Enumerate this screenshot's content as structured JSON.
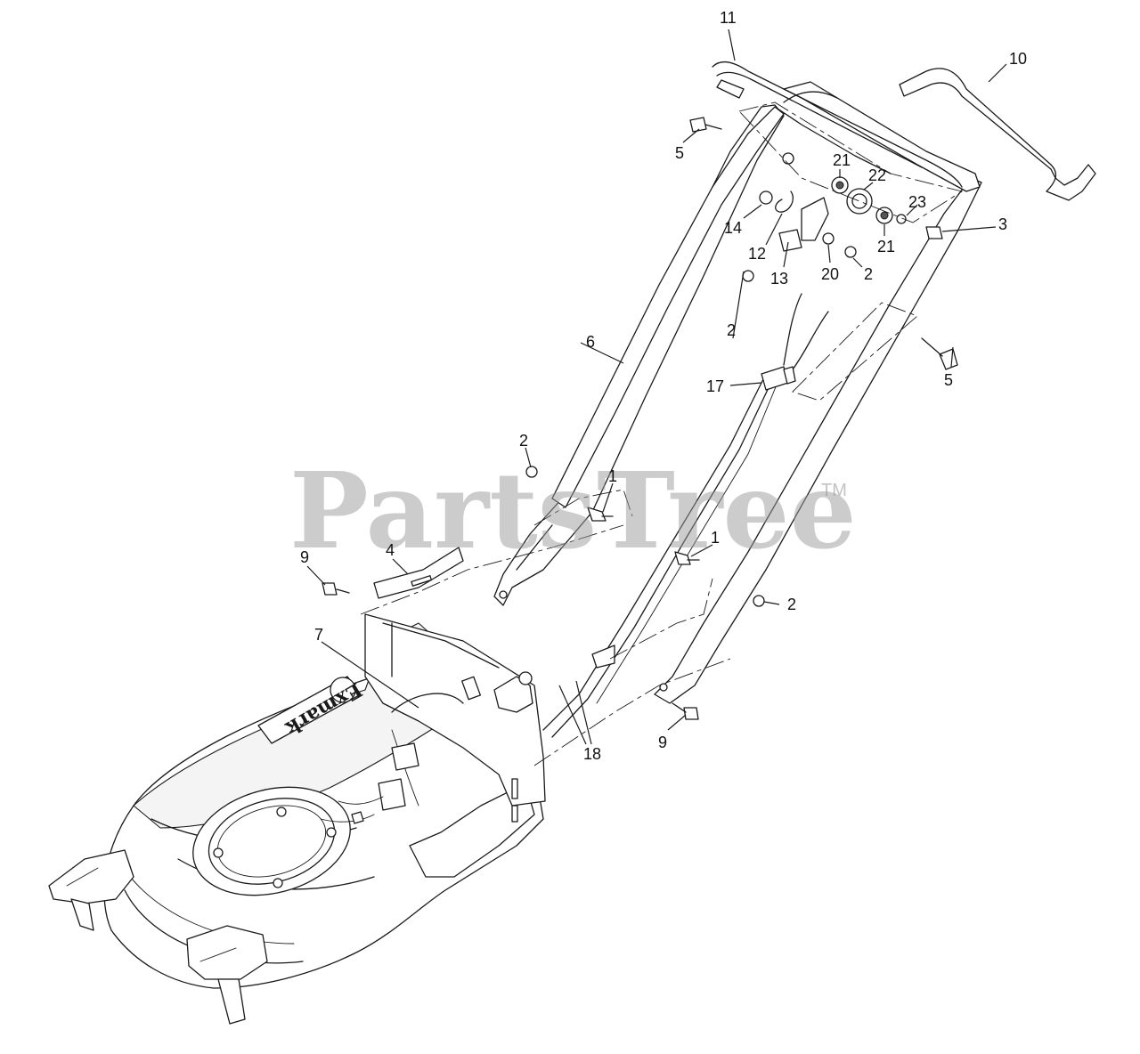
{
  "watermark": {
    "text": "PartsTree",
    "trademark": "TM"
  },
  "brand_logo": {
    "text": "Exmark"
  },
  "callouts": [
    {
      "label": "11"
    },
    {
      "label": "10"
    },
    {
      "label": "5"
    },
    {
      "label": "21"
    },
    {
      "label": "22"
    },
    {
      "label": "23"
    },
    {
      "label": "3"
    },
    {
      "label": "14"
    },
    {
      "label": "12"
    },
    {
      "label": "21"
    },
    {
      "label": "13"
    },
    {
      "label": "20"
    },
    {
      "label": "2"
    },
    {
      "label": "6"
    },
    {
      "label": "2"
    },
    {
      "label": "5"
    },
    {
      "label": "17"
    },
    {
      "label": "2"
    },
    {
      "label": "1"
    },
    {
      "label": "1"
    },
    {
      "label": "9"
    },
    {
      "label": "4"
    },
    {
      "label": "2"
    },
    {
      "label": "7"
    },
    {
      "label": "9"
    },
    {
      "label": "18"
    }
  ]
}
